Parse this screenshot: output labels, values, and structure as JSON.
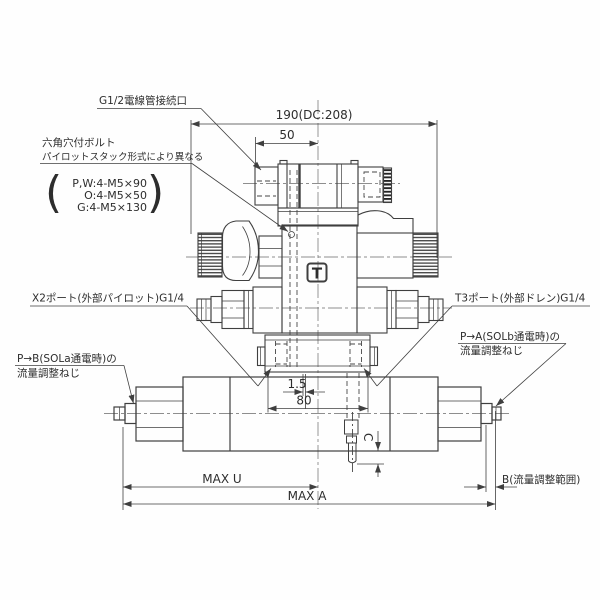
{
  "labels": {
    "conduit_port": "G1/2電線管接続口",
    "hex_bolt_line1": "六角穴付ボルト",
    "hex_bolt_line2": "パイロットスタック形式により異なる",
    "paren_open": "(",
    "paren_close": ")",
    "bolt_specs": [
      "P,W:4-M5×90",
      "O:4-M5×50",
      "G:4-M5×130"
    ],
    "x2_port": "X2ポート(外部パイロット)G1/4",
    "t3_port": "T3ポート(外部ドレン)G1/4",
    "pa_adjust_line1": "P→A(SOLb通電時)の",
    "pa_adjust_line2": "流量調整ねじ",
    "pb_adjust_line1": "P→B(SOLa通電時)の",
    "pb_adjust_line2": "流量調整ねじ",
    "b_range": "B(流量調整範囲)"
  },
  "dimensions": {
    "overall_top": "190(DC:208)",
    "conduit_offset": "50",
    "center_offset": "1.5",
    "port_spacing": "80",
    "max_u": "MAX U",
    "max_a": "MAX A",
    "protrusion": "C"
  },
  "logo": {
    "mark": "T"
  },
  "colors": {
    "line": "#3f3f3f",
    "background": "#fefefe"
  }
}
